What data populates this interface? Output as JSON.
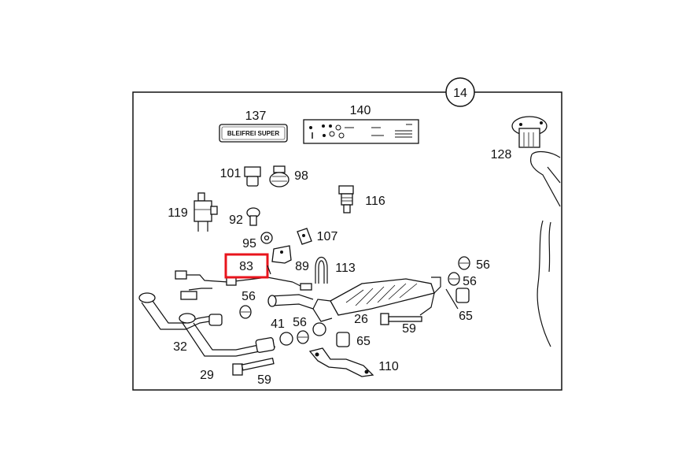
{
  "diagram": {
    "sheet_number": "14",
    "plate_text": "BLEIFREI SUPER",
    "highlight_color": "#e8141c",
    "highlighted_label": "83",
    "callouts": {
      "c137": "137",
      "c140": "140",
      "c128": "128",
      "c101": "101",
      "c98": "98",
      "c116": "116",
      "c119": "119",
      "c92": "92",
      "c95": "95",
      "c107": "107",
      "c83": "83",
      "c89": "89",
      "c113": "113",
      "c56a": "56",
      "c56b": "56",
      "c56c": "56",
      "c56d": "56",
      "c65a": "65",
      "c65b": "65",
      "c26": "26",
      "c59a": "59",
      "c59b": "59",
      "c41": "41",
      "c32": "32",
      "c29": "29",
      "c110": "110"
    }
  }
}
